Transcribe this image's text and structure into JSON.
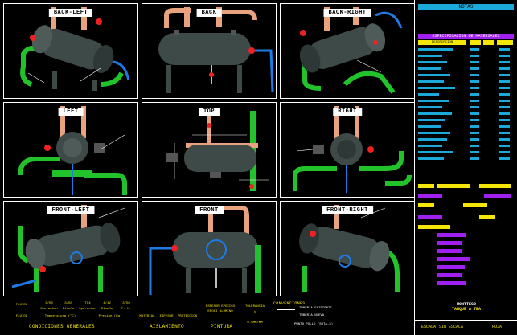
{
  "views": [
    {
      "key": "back_left",
      "label": "BACK-LEFT"
    },
    {
      "key": "back",
      "label": "BACK"
    },
    {
      "key": "back_right",
      "label": "BACK-RIGHT"
    },
    {
      "key": "left",
      "label": "LEFT"
    },
    {
      "key": "top",
      "label": "TOP"
    },
    {
      "key": "right",
      "label": "RIGHT"
    },
    {
      "key": "front_left",
      "label": "FRONT-LEFT"
    },
    {
      "key": "front",
      "label": "FRONT"
    },
    {
      "key": "front_right",
      "label": "FRONT-RIGHT"
    }
  ],
  "side_panel": {
    "notes_title": "NOTAS",
    "spec_title": "ESPECIFICACION DE MATERIALES",
    "spec_header": "DESCRIPCION"
  },
  "title_block": {
    "fluid_label": "FLUIDO",
    "col_values": [
      "3/50",
      "3/50",
      "TC4",
      "4/12",
      "3/50"
    ],
    "row_labels": [
      "Operacion",
      "Diseño",
      "Operacion",
      "Diseño",
      "P. H."
    ],
    "sub_labels": [
      "FLUIDO",
      "Temperatura (°C)",
      "Presion (Kg)"
    ],
    "general_conditions": "CONDICIONES GENERALES",
    "insulation_cols": [
      "MATERIAL",
      "ESPESOR",
      "PROTECCION"
    ],
    "insulation": "AISLAMIENTO",
    "paint_lines": [
      "ESPESOR EPOXICO",
      "EPOXI ALUMINO"
    ],
    "paint": "PINTURA",
    "tolerance_lines": [
      "TOLERANCIA",
      "±",
      "0.5MM/MM"
    ],
    "conventions_title": "CONVENCIONES",
    "conventions": [
      "TUBERIA EXISTENTE",
      "TUBERIA NUEVA",
      "PUNTO POLLO (SOTA-3)"
    ],
    "project_lines": [
      "MONTTECO",
      "TANQUE A TEA"
    ],
    "scale_label": "ESCALA",
    "scale_value": "SIN ESCALA",
    "sheet_label": "HOJA"
  },
  "colors": {
    "vessel": "#3d4a48",
    "pipe_green": "#22c32a",
    "pipe_copper": "#e8a27e",
    "pipe_blue": "#1e7be6",
    "accent_yellow": "#f5e60a",
    "accent_magenta": "#a020f0",
    "accent_cyan": "#1aa9d8"
  }
}
